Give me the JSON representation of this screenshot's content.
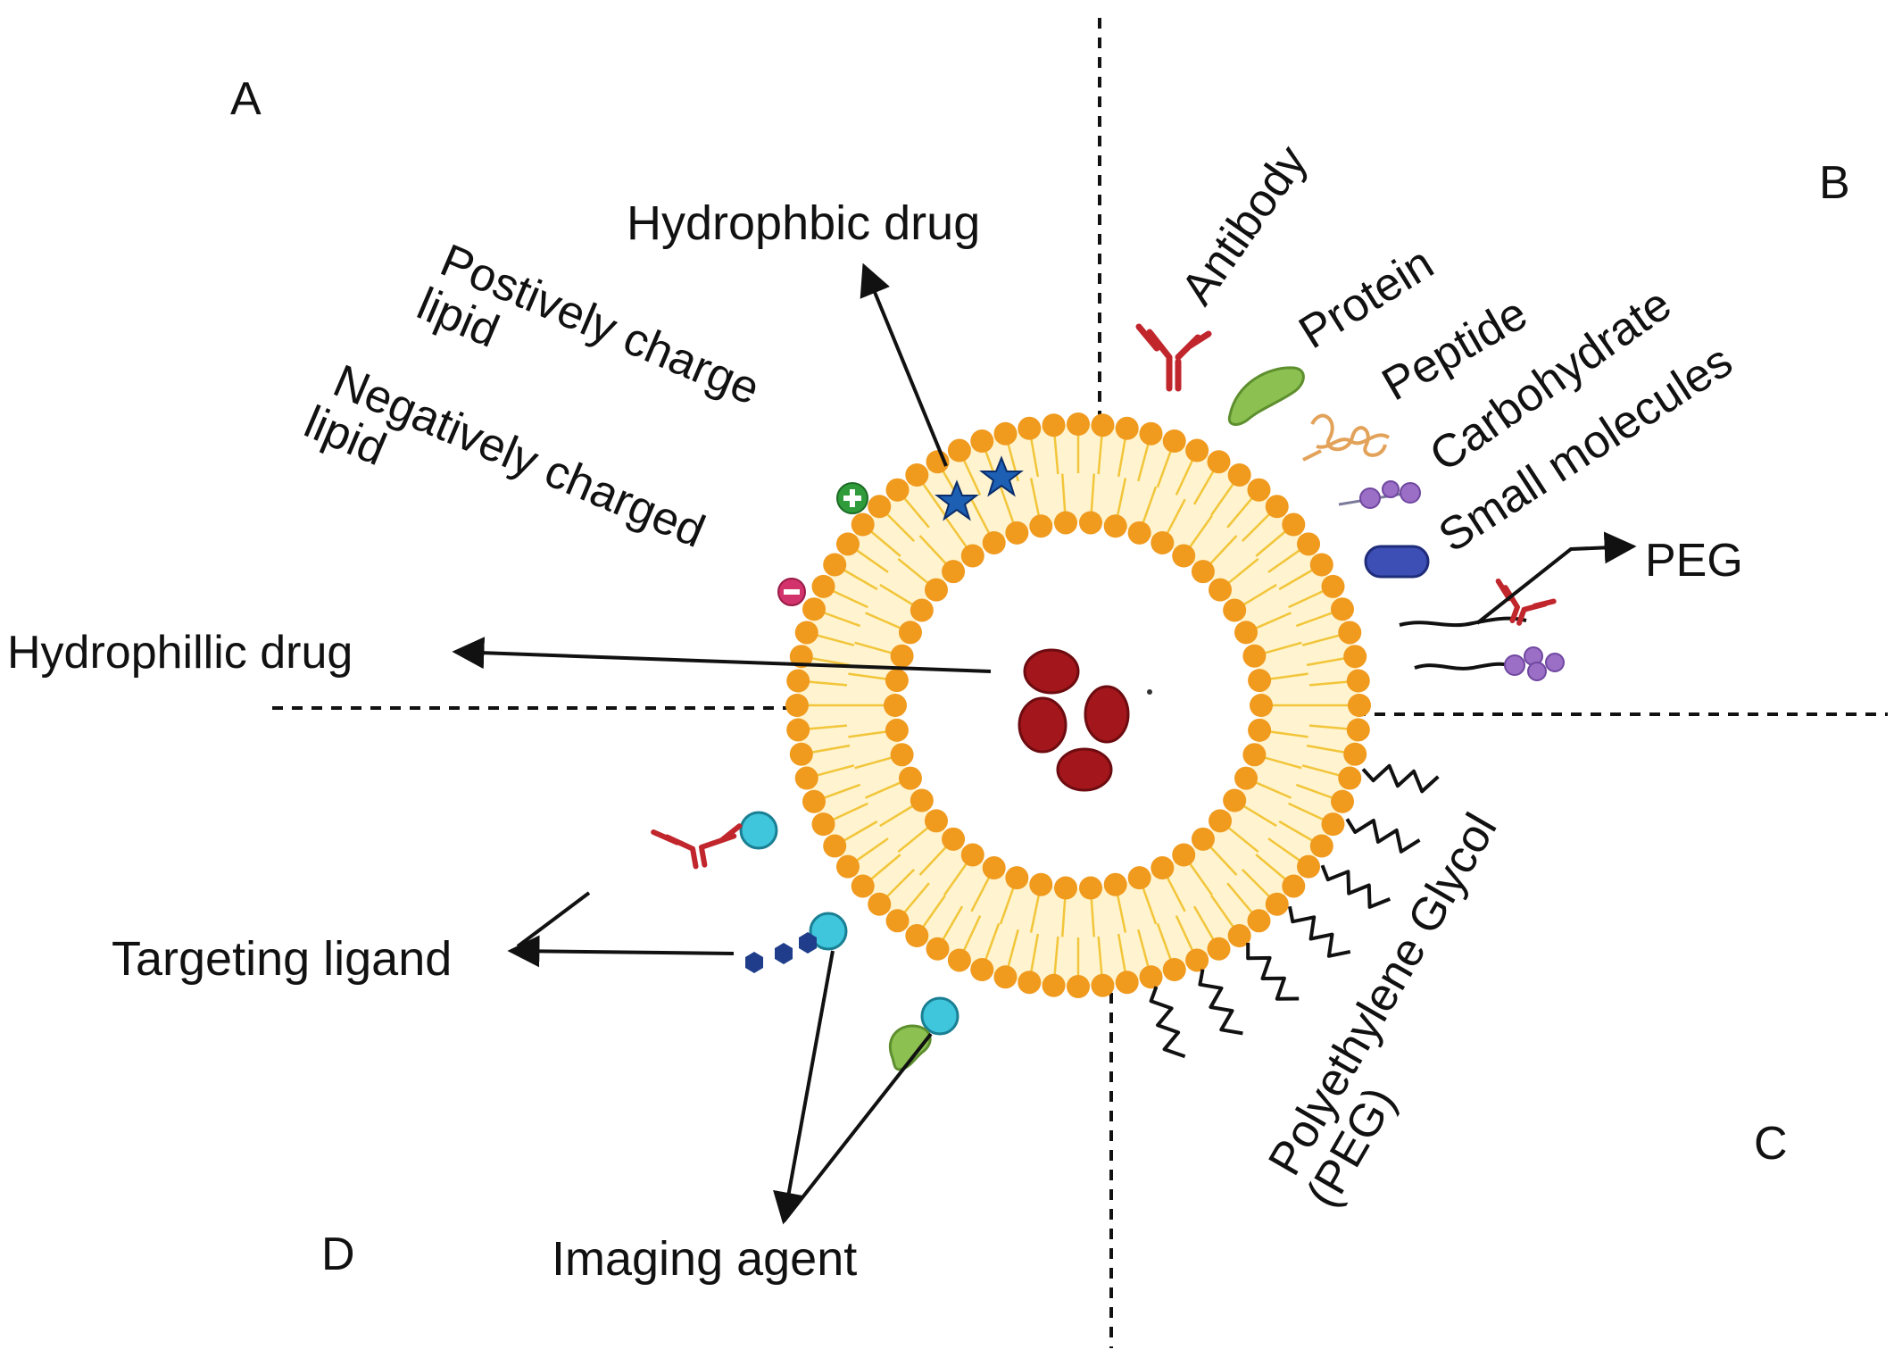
{
  "quadrants": {
    "a": "A",
    "b": "B",
    "c": "C",
    "d": "D"
  },
  "labels": {
    "hydrophobic_drug": "Hydrophbic drug",
    "positive_lipid_line1": "Postively charge",
    "positive_lipid_line2": "lipid",
    "negative_lipid_line1": "Negatively charged",
    "negative_lipid_line2": "lipid",
    "hydrophilic_drug": "Hydrophillic drug",
    "antibody": "Antibody",
    "protein": "Protein",
    "peptide": "Peptide",
    "carbohydrate": "Carbohydrate",
    "small_molecules": "Small molecules",
    "peg": "PEG",
    "peg_full_line1": "Polyethylene Glycol",
    "peg_full_line2": "(PEG)",
    "targeting_ligand": "Targeting ligand",
    "imaging_agent": "Imaging agent"
  },
  "colors": {
    "lipid_head": "#f09a1e",
    "lipid_tail": "#f2c53a",
    "drug_core": "#a3161b",
    "hydrophobic_star": "#1d5fb3",
    "antibody": "#c0262c",
    "protein": "#8cc152",
    "peptide": "#e3a25a",
    "carbohydrate": "#9b6fc5",
    "small_molecule": "#3d4fb5",
    "imaging_bead": "#3fc5dc",
    "ligand_hex": "#1f3d8a",
    "positive_charge": "#2f9b3a",
    "negative_charge": "#d2336b"
  }
}
